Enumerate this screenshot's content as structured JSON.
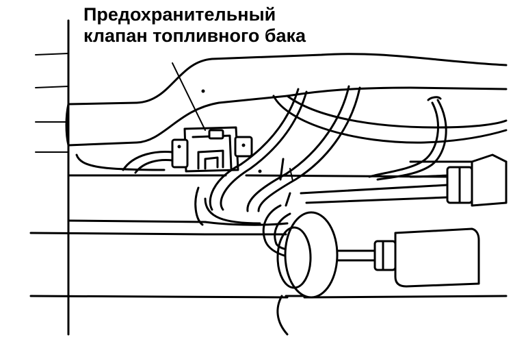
{
  "diagram": {
    "caption": {
      "line1": "Предохранительный",
      "line2": "клапан топливного бака"
    },
    "components": [
      {
        "id": "safety-valve",
        "leader": true
      },
      {
        "id": "fuel-line-1"
      },
      {
        "id": "fuel-line-2"
      },
      {
        "id": "fuel-line-3"
      },
      {
        "id": "hose-fitting-upper"
      },
      {
        "id": "hose-fitting-lower"
      },
      {
        "id": "fuel-tank-neck"
      },
      {
        "id": "frame-rail"
      }
    ]
  }
}
